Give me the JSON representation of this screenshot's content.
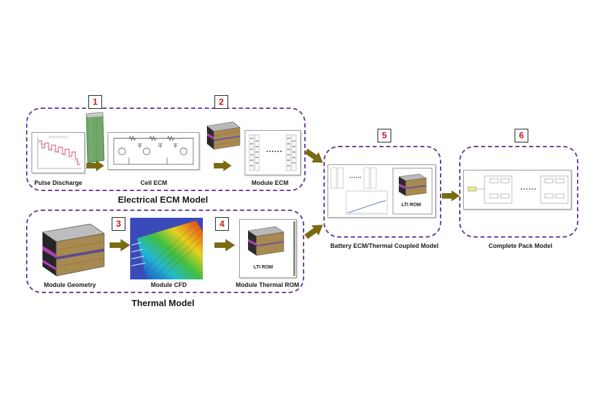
{
  "groups": {
    "electrical": {
      "title": "Electrical ECM Model"
    },
    "thermal": {
      "title": "Thermal Model"
    }
  },
  "steps": [
    "1",
    "2",
    "3",
    "4",
    "5",
    "6"
  ],
  "labels": {
    "pulse_discharge": "Pulse Discharge",
    "cell_ecm": "Cell ECM",
    "module_ecm": "Module ECM",
    "module_geometry": "Module Geometry",
    "module_cfd": "Module CFD",
    "module_thermal_rom": "Module Thermal ROM",
    "lti_rom_thermal": "LTI ROM",
    "coupled_model": "Battery ECM/Thermal Coupled Model",
    "lti_rom_coupled": "LTI ROM",
    "complete_pack": "Complete Pack Model"
  },
  "colors": {
    "dashed_border": "#6a3fa0",
    "arrow": "#7a6a12",
    "step_number": "#cc1a1a",
    "module_purple": "#b03fb0",
    "module_tan": "#a08040"
  },
  "icons": [
    "arrow-right-icon",
    "battery-module-icon",
    "battery-cell-icon",
    "circuit-icon",
    "line-plot-icon"
  ]
}
